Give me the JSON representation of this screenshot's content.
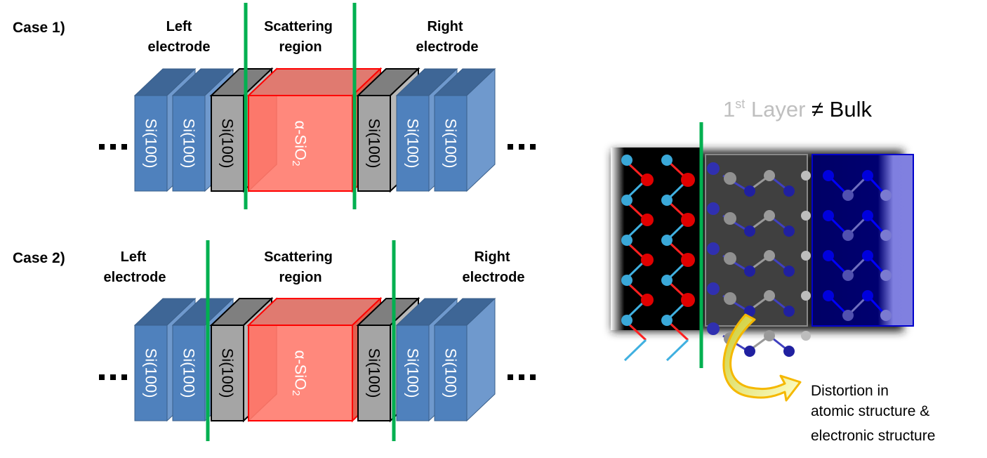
{
  "cases": [
    {
      "title": "Case 1)",
      "left_label": [
        "Left",
        "electrode"
      ],
      "scatter_label": [
        "Scattering",
        "region"
      ],
      "right_label": [
        "Right",
        "electrode"
      ],
      "blocks": [
        {
          "label": "Si(100)",
          "kind": "blue"
        },
        {
          "label": "Si(100)",
          "kind": "blue"
        },
        {
          "label": "Si(100)",
          "kind": "gray"
        },
        {
          "label": "α-SiO",
          "sub": "2",
          "kind": "red"
        },
        {
          "label": "Si(100)",
          "kind": "gray"
        },
        {
          "label": "Si(100)",
          "kind": "blue"
        },
        {
          "label": "Si(100)",
          "kind": "blue"
        }
      ],
      "ellipsis_left": "…",
      "ellipsis_right": "…"
    },
    {
      "title": "Case 2)",
      "left_label": [
        "Left",
        "electrode"
      ],
      "scatter_label": [
        "Scattering",
        "region"
      ],
      "right_label": [
        "Right",
        "electrode"
      ],
      "blocks": [
        {
          "label": "Si(100)",
          "kind": "blue"
        },
        {
          "label": "Si(100)",
          "kind": "blue"
        },
        {
          "label": "Si(100)",
          "kind": "gray"
        },
        {
          "label": "α-SiO",
          "sub": "2",
          "kind": "red"
        },
        {
          "label": "Si(100)",
          "kind": "gray"
        },
        {
          "label": "Si(100)",
          "kind": "blue"
        },
        {
          "label": "Si(100)",
          "kind": "blue"
        }
      ],
      "ellipsis_left": "…",
      "ellipsis_right": "…"
    }
  ],
  "right_panel": {
    "heading_prefix": "1",
    "heading_sup": "st",
    "heading_layer": " Layer ",
    "heading_neq": "≠",
    "heading_bulk": " Bulk",
    "annotation": [
      "Distortion in",
      "atomic structure &",
      "electronic structure"
    ]
  },
  "colors": {
    "blue_front": "#4f81bd",
    "blue_top": "#3e6696",
    "blue_side": "#6f99cd",
    "gray_front": "#a5a5a5",
    "gray_top": "#7f7f7f",
    "red_front": "#ff7b6e",
    "red_top": "#e07a70",
    "red_side": "#e06050",
    "boundary_green": "#00b050",
    "heading_gray": "#bfbfbf",
    "arrow_yellow": "#f5c518"
  }
}
